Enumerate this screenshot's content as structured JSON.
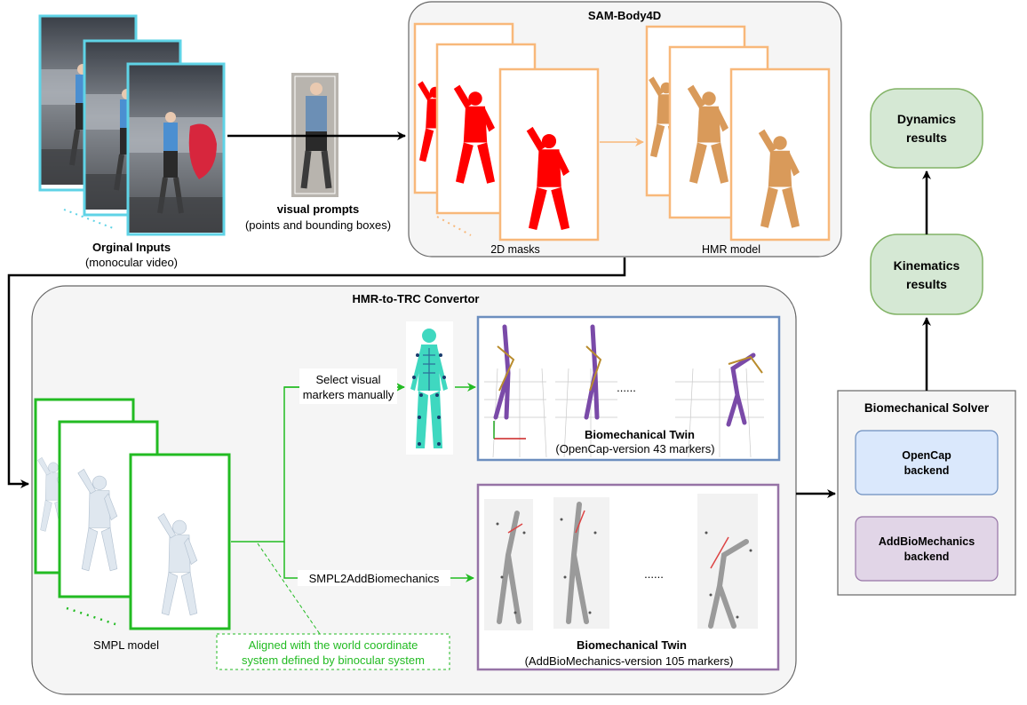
{
  "sam": {
    "title": "SAM-Body4D",
    "masks_label": "2D masks",
    "hmr_label": "HMR model"
  },
  "inputs": {
    "title": "Orginal Inputs",
    "subtitle": "(monocular video)"
  },
  "prompts": {
    "title": "visual prompts",
    "subtitle": "(points and bounding boxes)"
  },
  "convertor": {
    "title": "HMR-to-TRC Convertor",
    "smpl_label": "SMPL model",
    "select_line1": "Select visual",
    "select_line2": "markers manually",
    "smpl2abm": "SMPL2AddBiomechanics",
    "aligned_line1": "Aligned with the world coordinate",
    "aligned_line2": "system defined by binocular system",
    "ellipsis_top": "......",
    "ellipsis_bottom": "......"
  },
  "twin_opencap": {
    "title": "Biomechanical Twin",
    "subtitle": "(OpenCap-version 43 markers)"
  },
  "twin_abm": {
    "title": "Biomechanical Twin",
    "subtitle": "(AddBioMechanics-version 105 markers)"
  },
  "solver": {
    "title": "Biomechanical Solver",
    "opencap_line1": "OpenCap",
    "opencap_line2": "backend",
    "abm_line1": "AddBioMechanics",
    "abm_line2": "backend"
  },
  "kinematics": {
    "line1": "Kinematics",
    "line2": "results"
  },
  "dynamics": {
    "line1": "Dynamics",
    "line2": "results"
  },
  "colors": {
    "cyan": "#5fd3e6",
    "orange": "#f8b87a",
    "green": "#22bb22",
    "blue_frame": "#6c8ebf",
    "purple_frame": "#9673a6",
    "result_fill": "#d5e8d4",
    "result_stroke": "#82b366",
    "mask_red": "#ff0000",
    "hmr_skin": "#d99a5a"
  }
}
